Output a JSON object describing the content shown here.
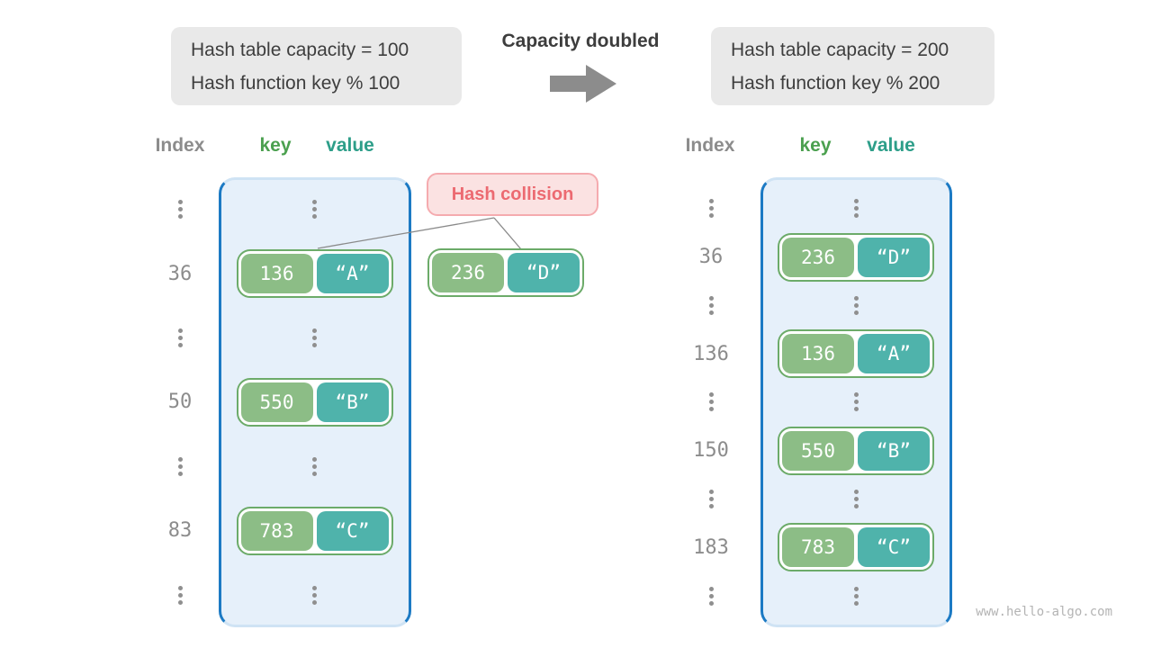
{
  "header": {
    "left_box": {
      "line1": "Hash table capacity = 100",
      "line2": "Hash function key % 100"
    },
    "arrow_label": "Capacity doubled",
    "right_box": {
      "line1": "Hash table capacity = 200",
      "line2": "Hash function key % 200"
    }
  },
  "columns": {
    "index": "Index",
    "key": "key",
    "value": "value"
  },
  "collision": {
    "badge": "Hash collision",
    "pair": {
      "key": "236",
      "value": "“D”"
    }
  },
  "left_table": {
    "rows": [
      {
        "type": "dots"
      },
      {
        "type": "pair",
        "index": "36",
        "key": "136",
        "value": "“A”"
      },
      {
        "type": "dots"
      },
      {
        "type": "pair",
        "index": "50",
        "key": "550",
        "value": "“B”"
      },
      {
        "type": "dots"
      },
      {
        "type": "pair",
        "index": "83",
        "key": "783",
        "value": "“C”"
      },
      {
        "type": "dots"
      }
    ]
  },
  "right_table": {
    "rows": [
      {
        "type": "dots"
      },
      {
        "type": "pair",
        "index": "36",
        "key": "236",
        "value": "“D”"
      },
      {
        "type": "dots"
      },
      {
        "type": "pair",
        "index": "136",
        "key": "136",
        "value": "“A”"
      },
      {
        "type": "dots"
      },
      {
        "type": "pair",
        "index": "150",
        "key": "550",
        "value": "“B”"
      },
      {
        "type": "dots"
      },
      {
        "type": "pair",
        "index": "183",
        "key": "783",
        "value": "“C”"
      },
      {
        "type": "dots"
      }
    ]
  },
  "watermark": "www.hello-algo.com",
  "colors": {
    "info_box_bg": "#e9e9e9",
    "arrow_gray": "#8c8c8c",
    "header_key_green": "#4ba04f",
    "header_value_teal": "#2d9e89",
    "bucket_bg": "#e6f0fa",
    "bucket_border": "#1c7ac4",
    "pair_border_green": "#6cab69",
    "key_cell_green": "#8cbd86",
    "value_cell_teal": "#4fb3ab",
    "collision_bg": "#fbe2e2",
    "collision_border": "#f5abaf",
    "collision_text": "#ec6a71"
  }
}
